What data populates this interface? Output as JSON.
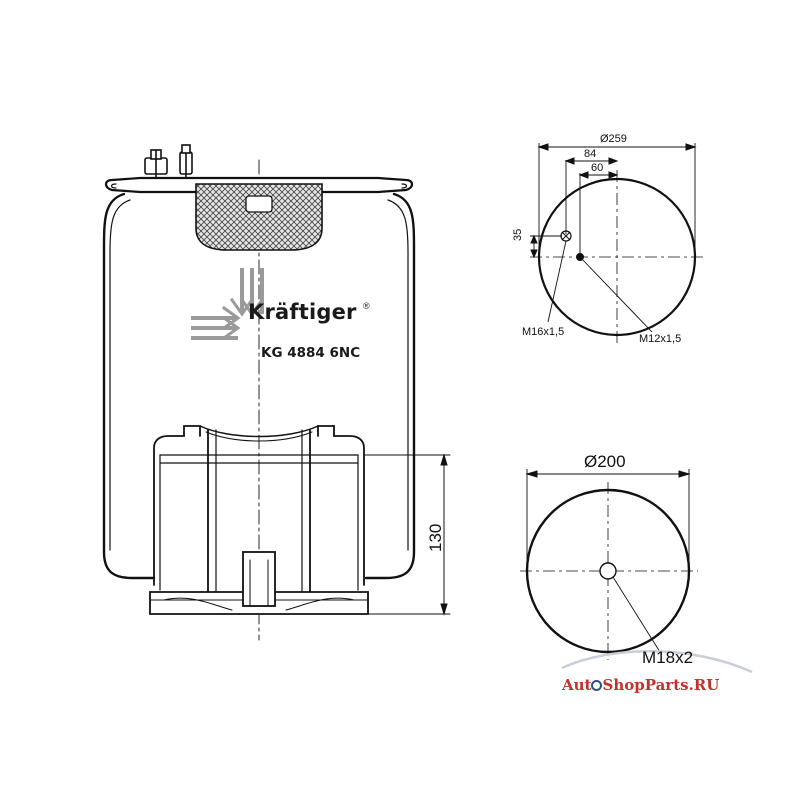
{
  "brand": {
    "name": "Kräftiger",
    "registered": "®",
    "part_number": "KG 4884 6NC",
    "logo_color": "#9a9a9a"
  },
  "top_view": {
    "diameter": "Ø259",
    "offset_outer": "84",
    "offset_inner": "60",
    "offset_vertical": "35",
    "thread_left": "M16x1,5",
    "thread_right": "M12x1,5"
  },
  "bottom_view": {
    "diameter": "Ø200",
    "thread": "M18x2"
  },
  "side_view": {
    "height": "130"
  },
  "watermark": {
    "text_before": "Aut",
    "text_after": "ShopParts.RU",
    "color": "#c4302b"
  }
}
